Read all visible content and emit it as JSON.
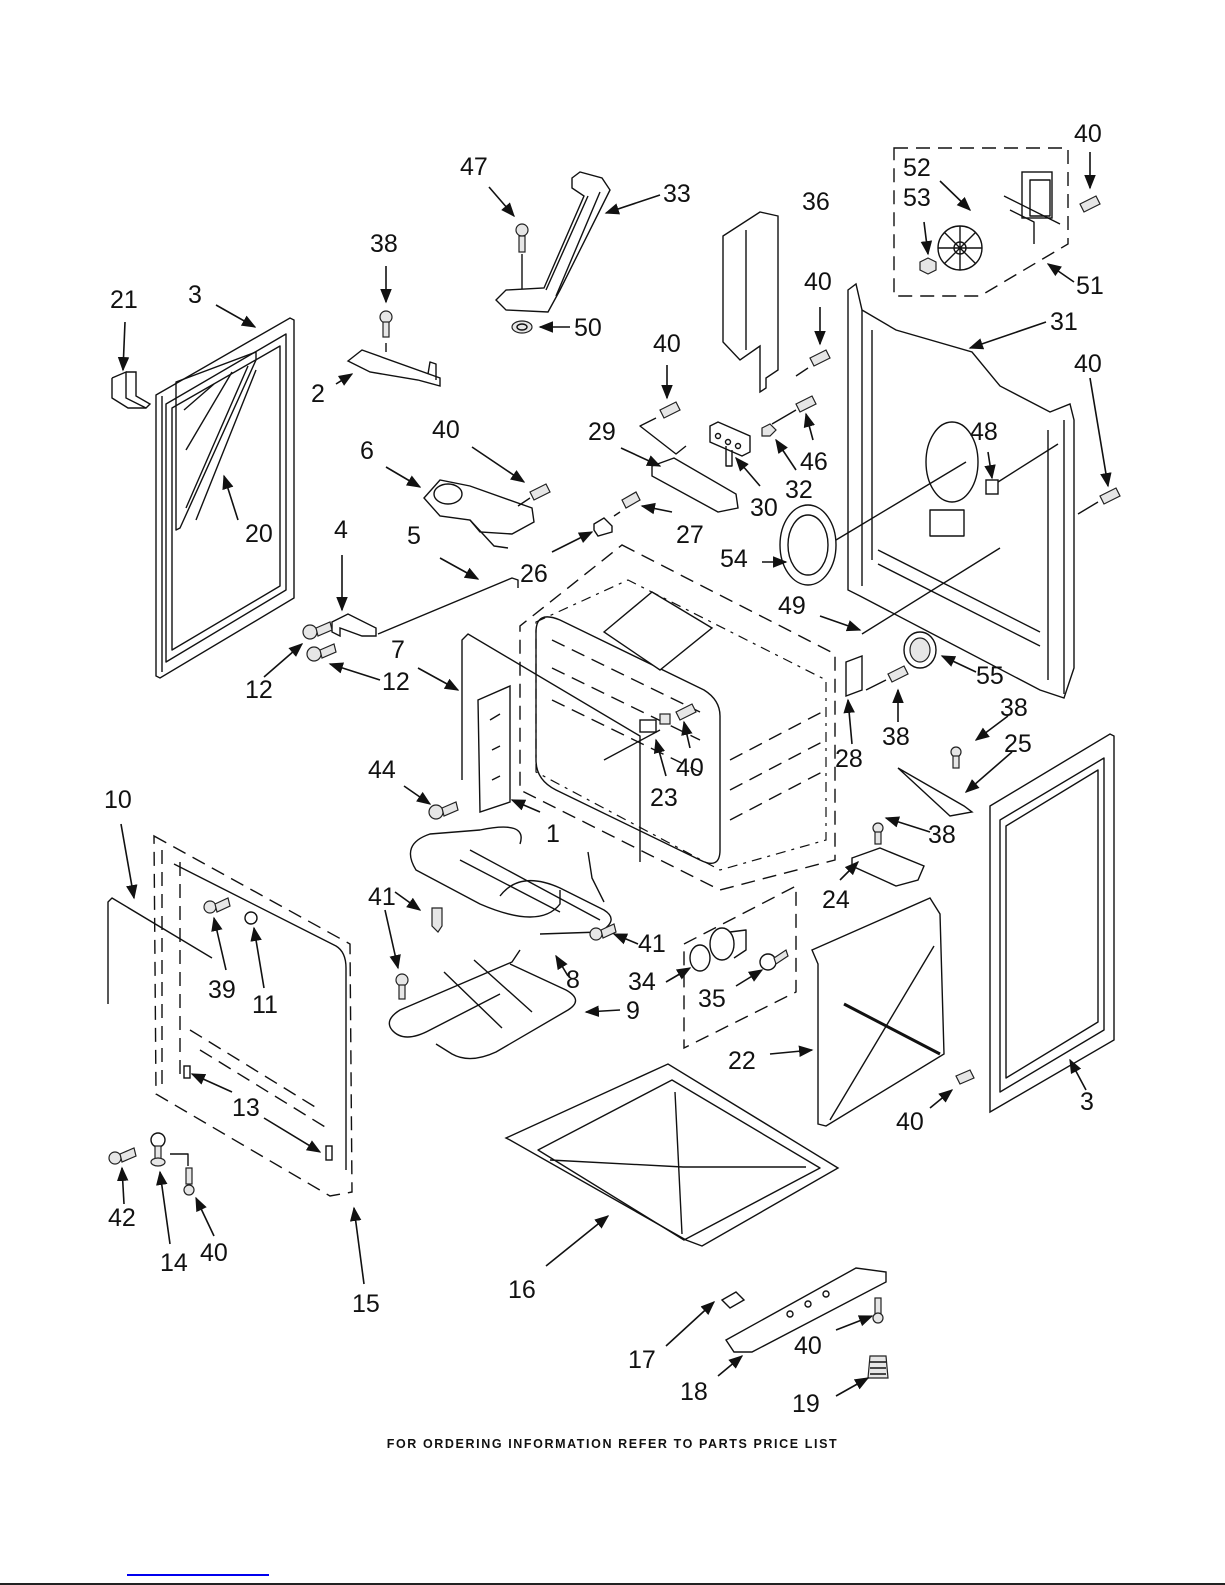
{
  "diagram": {
    "title": "Oven chassis exploded parts view",
    "footer_note": "FOR ORDERING INFORMATION REFER TO PARTS PRICE LIST",
    "link_color": "#0000ee",
    "line_color": "#111111",
    "callouts": [
      {
        "id": "c1",
        "label": "1"
      },
      {
        "id": "c2",
        "label": "2"
      },
      {
        "id": "c3a",
        "label": "3"
      },
      {
        "id": "c3b",
        "label": "3"
      },
      {
        "id": "c4",
        "label": "4"
      },
      {
        "id": "c5",
        "label": "5"
      },
      {
        "id": "c6",
        "label": "6"
      },
      {
        "id": "c7",
        "label": "7"
      },
      {
        "id": "c8",
        "label": "8"
      },
      {
        "id": "c9",
        "label": "9"
      },
      {
        "id": "c10",
        "label": "10"
      },
      {
        "id": "c11",
        "label": "11"
      },
      {
        "id": "c12a",
        "label": "12"
      },
      {
        "id": "c12b",
        "label": "12"
      },
      {
        "id": "c13",
        "label": "13"
      },
      {
        "id": "c14",
        "label": "14"
      },
      {
        "id": "c15",
        "label": "15"
      },
      {
        "id": "c16",
        "label": "16"
      },
      {
        "id": "c17",
        "label": "17"
      },
      {
        "id": "c18",
        "label": "18"
      },
      {
        "id": "c19",
        "label": "19"
      },
      {
        "id": "c20",
        "label": "20"
      },
      {
        "id": "c21",
        "label": "21"
      },
      {
        "id": "c22",
        "label": "22"
      },
      {
        "id": "c23",
        "label": "23"
      },
      {
        "id": "c24",
        "label": "24"
      },
      {
        "id": "c25",
        "label": "25"
      },
      {
        "id": "c26",
        "label": "26"
      },
      {
        "id": "c27",
        "label": "27"
      },
      {
        "id": "c28",
        "label": "28"
      },
      {
        "id": "c29",
        "label": "29"
      },
      {
        "id": "c30",
        "label": "30"
      },
      {
        "id": "c31",
        "label": "31"
      },
      {
        "id": "c32",
        "label": "32"
      },
      {
        "id": "c33",
        "label": "33"
      },
      {
        "id": "c34",
        "label": "34"
      },
      {
        "id": "c35",
        "label": "35"
      },
      {
        "id": "c36",
        "label": "36"
      },
      {
        "id": "c38a",
        "label": "38"
      },
      {
        "id": "c38b",
        "label": "38"
      },
      {
        "id": "c38c",
        "label": "38"
      },
      {
        "id": "c38d",
        "label": "38"
      },
      {
        "id": "c39",
        "label": "39"
      },
      {
        "id": "c40a",
        "label": "40"
      },
      {
        "id": "c40b",
        "label": "40"
      },
      {
        "id": "c40c",
        "label": "40"
      },
      {
        "id": "c40d",
        "label": "40"
      },
      {
        "id": "c40e",
        "label": "40"
      },
      {
        "id": "c40f",
        "label": "40"
      },
      {
        "id": "c40g",
        "label": "40"
      },
      {
        "id": "c40h",
        "label": "40"
      },
      {
        "id": "c40i",
        "label": "40"
      },
      {
        "id": "c40j",
        "label": "40"
      },
      {
        "id": "c41a",
        "label": "41"
      },
      {
        "id": "c41b",
        "label": "41"
      },
      {
        "id": "c42",
        "label": "42"
      },
      {
        "id": "c44",
        "label": "44"
      },
      {
        "id": "c46",
        "label": "46"
      },
      {
        "id": "c47",
        "label": "47"
      },
      {
        "id": "c48",
        "label": "48"
      },
      {
        "id": "c49",
        "label": "49"
      },
      {
        "id": "c50",
        "label": "50"
      },
      {
        "id": "c51",
        "label": "51"
      },
      {
        "id": "c52",
        "label": "52"
      },
      {
        "id": "c53",
        "label": "53"
      },
      {
        "id": "c54",
        "label": "54"
      },
      {
        "id": "c55",
        "label": "55"
      }
    ]
  }
}
